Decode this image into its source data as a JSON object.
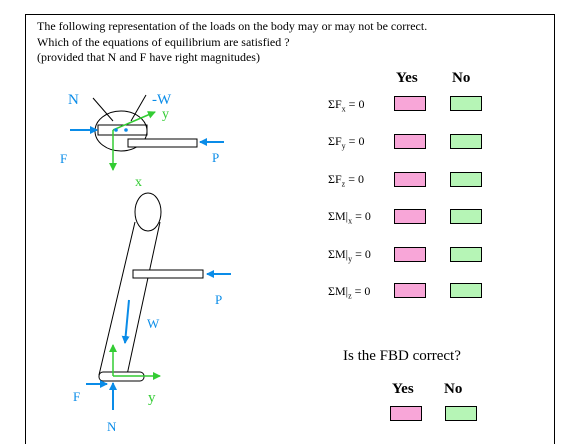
{
  "prompt": {
    "line1": "The following representation of the loads on the body may or may not be correct.",
    "line2": "Which of the equations of equilibrium are satisfied ?",
    "line3": "(provided that N and F have right magnitudes)"
  },
  "table": {
    "yes_header": "Yes",
    "no_header": "No",
    "rows": [
      {
        "prefix": "ΣF",
        "sub": "x",
        "suffix": " = 0"
      },
      {
        "prefix": "ΣF",
        "sub": "y",
        "suffix": " = 0"
      },
      {
        "prefix": "ΣF",
        "sub": "z",
        "suffix": " = 0"
      },
      {
        "prefix": "ΣM|",
        "sub": "x",
        "suffix": " = 0"
      },
      {
        "prefix": "ΣM|",
        "sub": "y",
        "suffix": " = 0"
      },
      {
        "prefix": "ΣM|",
        "sub": "z",
        "suffix": " = 0"
      }
    ]
  },
  "fbd_question": {
    "text": "Is the FBD correct?",
    "yes_label": "Yes",
    "no_label": "No"
  },
  "diagram_labels": {
    "top_N": "N",
    "top_W": "-W",
    "top_y": "y",
    "top_F": "F",
    "top_P": "P",
    "top_x": "x",
    "side_P": "P",
    "side_W": "W",
    "side_F": "F",
    "side_y": "y",
    "side_N": "N"
  },
  "colors": {
    "yes_box": "#f8a6d8",
    "no_box": "#b6f5b6",
    "blue_arrow": "#0a8ce8",
    "green_axis": "#33cc33"
  }
}
